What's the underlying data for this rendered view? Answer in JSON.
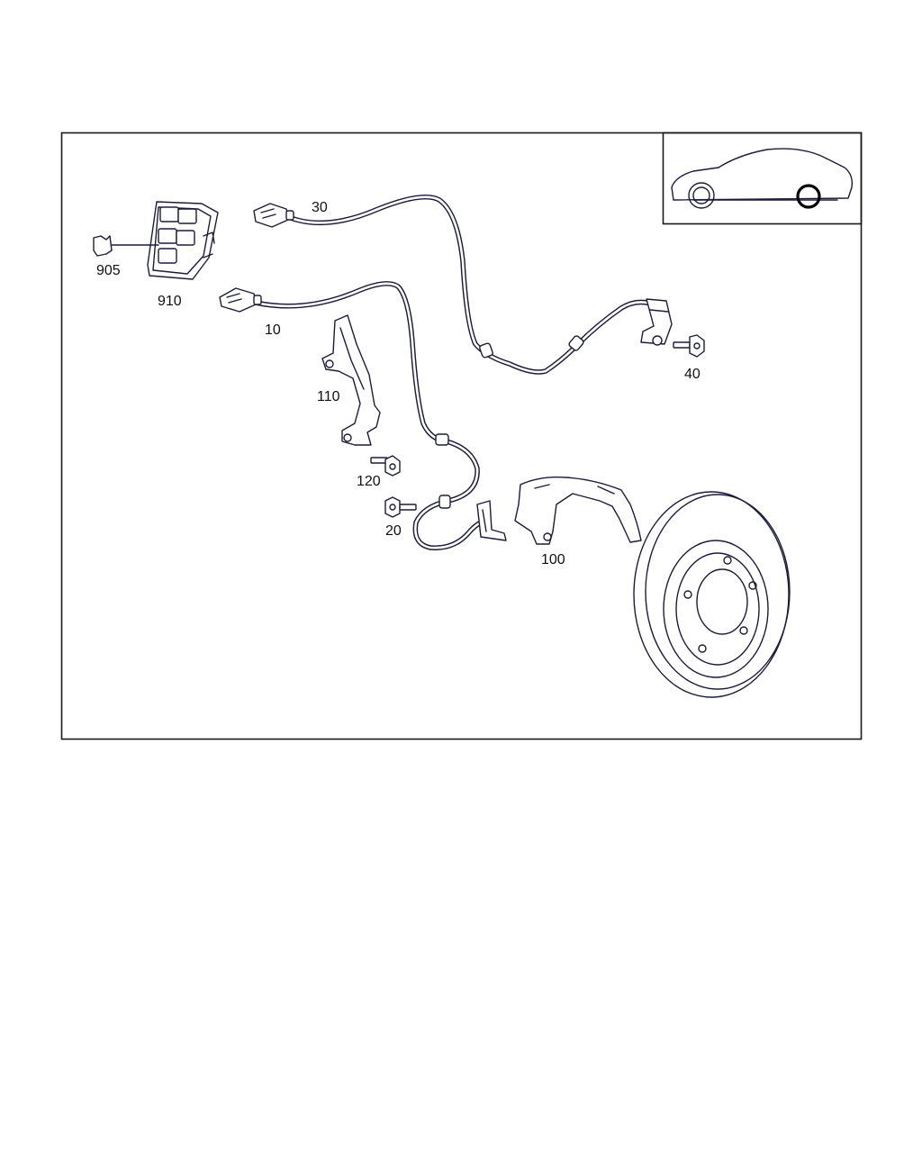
{
  "callouts": {
    "p10": "10",
    "p20": "20",
    "p30": "30",
    "p40": "40",
    "p100": "100",
    "p110": "110",
    "p120": "120",
    "p905": "905",
    "p910": "910"
  },
  "colors": {
    "ink": "#1c1c3a",
    "highlight": "#000000",
    "background": "#ffffff"
  },
  "inset": {
    "highlighted_wheel": "rear"
  }
}
